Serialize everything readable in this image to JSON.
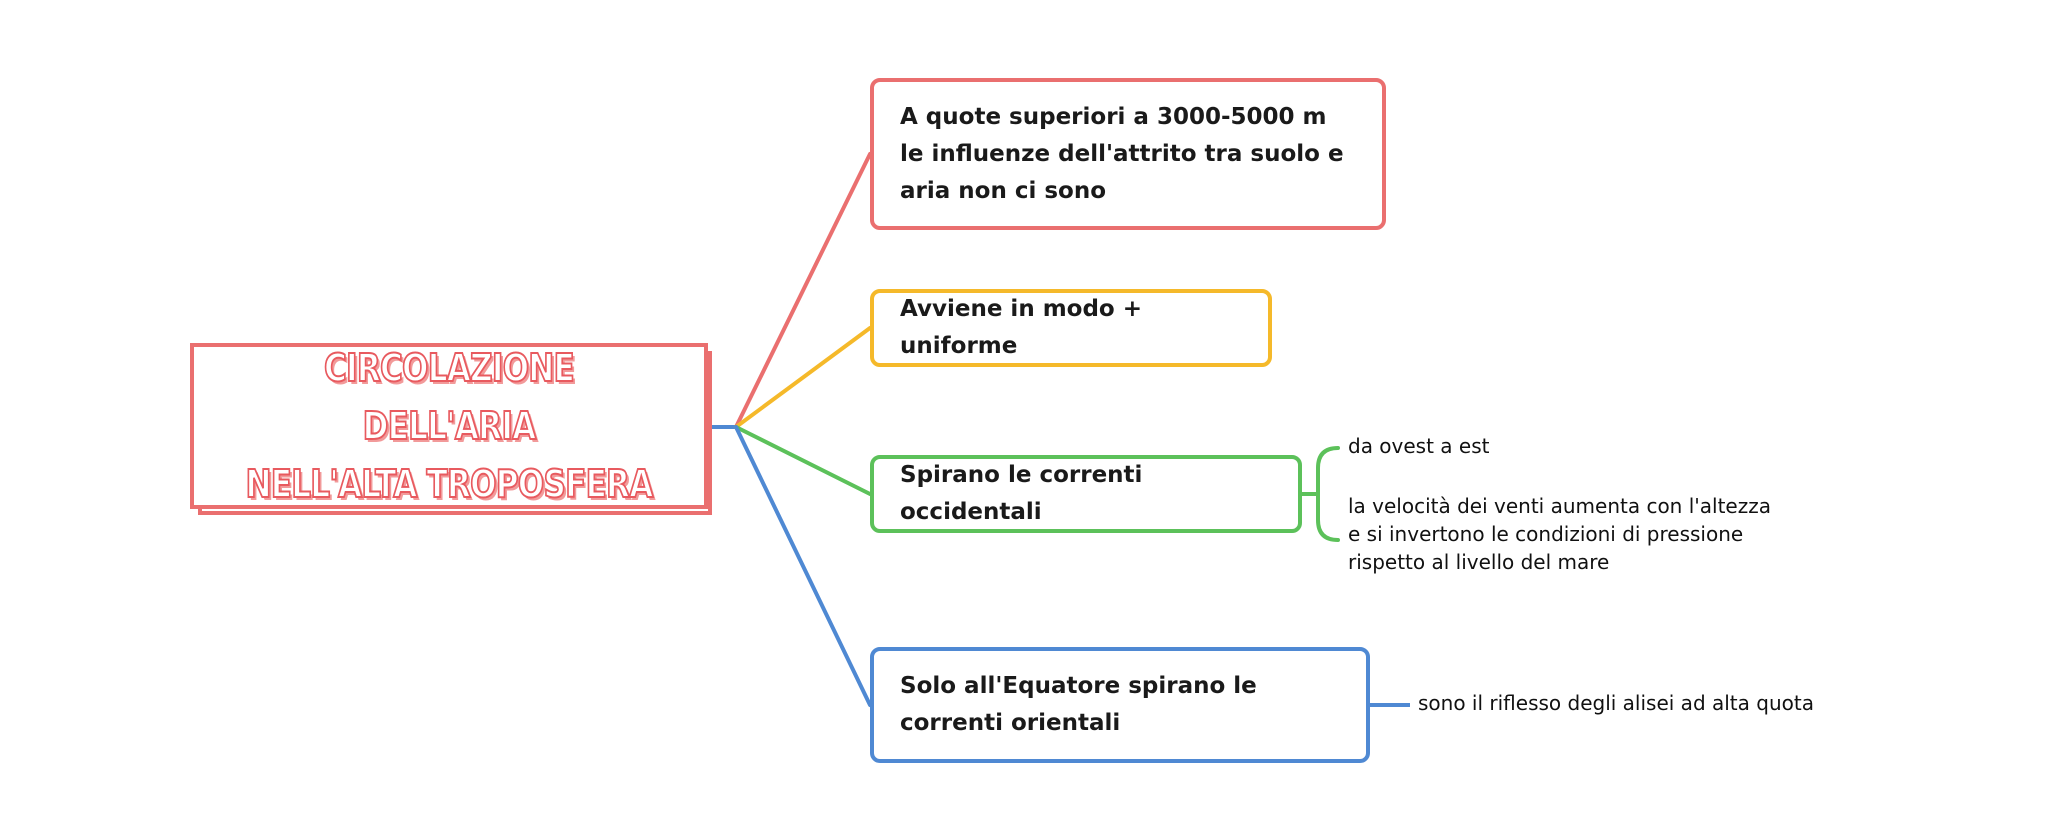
{
  "map": {
    "central_title": "CIRCOLAZIONE DELL'ARIA\nNELL'ALTA TROPOSFERA",
    "branches": [
      {
        "text": "A quote superiori a 3000-5000 m le influenze dell'attrito tra suolo e aria non ci sono",
        "color": "#ea6f6f"
      },
      {
        "text": "Avviene in modo + uniforme",
        "color": "#f5b92a"
      },
      {
        "text": "Spirano le correnti occidentali",
        "color": "#5cc15a",
        "children": [
          "da ovest a est",
          "la velocità dei venti aumenta con l'altezza\ne si invertono le condizioni di pressione\nrispetto al livello del mare"
        ]
      },
      {
        "text": "Solo all'Equatore spirano le correnti orientali",
        "color": "#4f89d3",
        "children": [
          "sono il riflesso degli alisei ad alta quota"
        ]
      }
    ],
    "central_color": "#ea6f6f",
    "trunk_color": "#4f89d3"
  }
}
